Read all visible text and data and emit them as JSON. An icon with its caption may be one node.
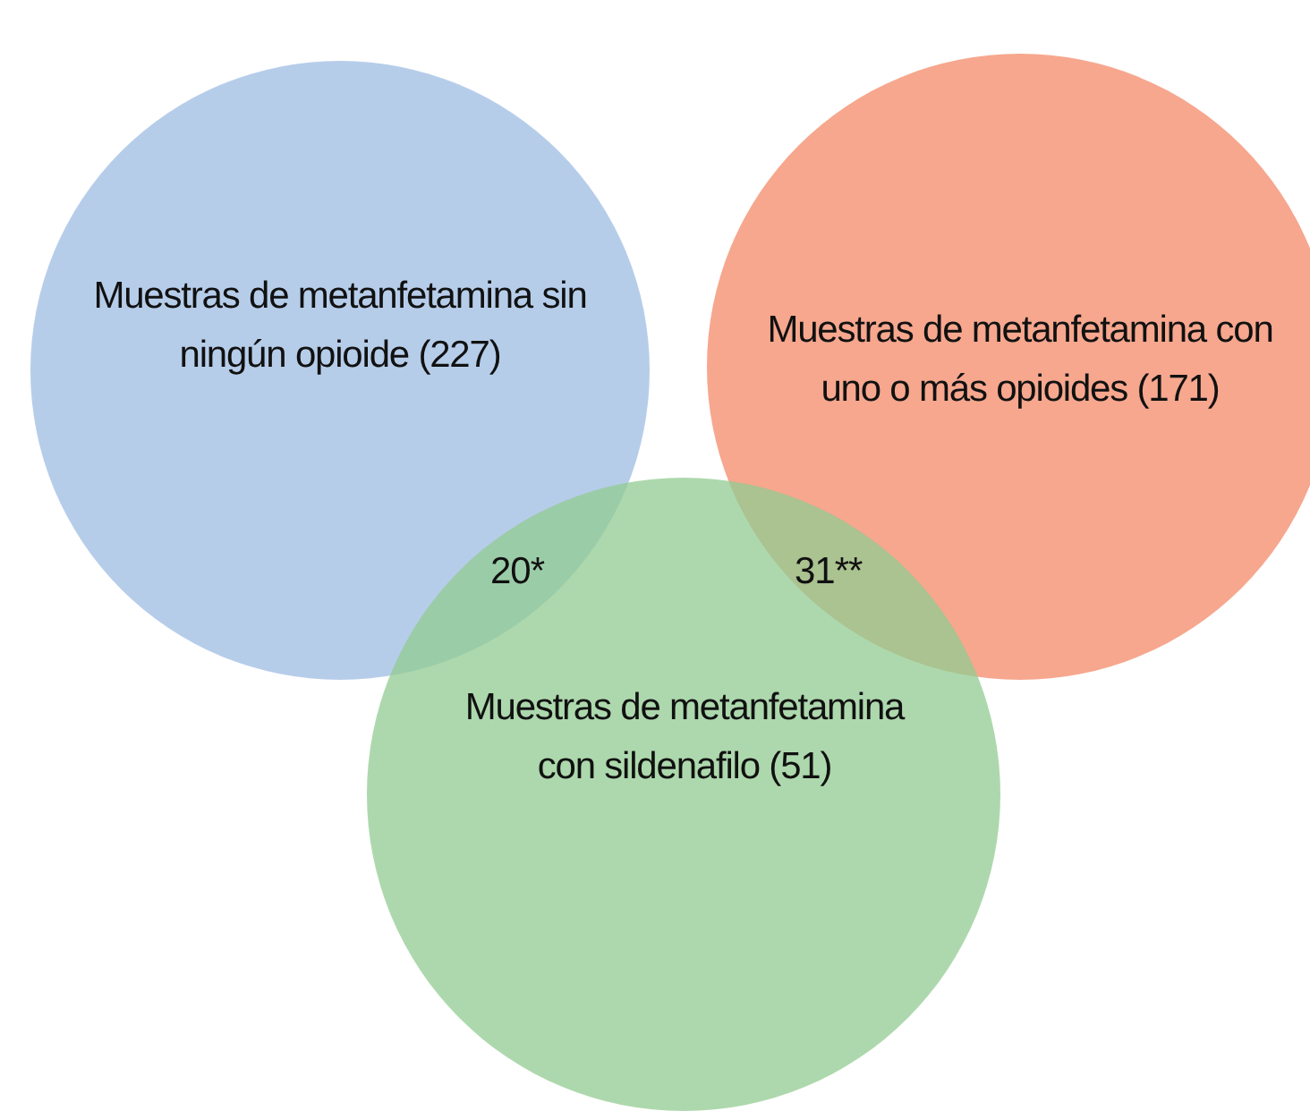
{
  "diagram": {
    "nodes": [
      {
        "text": [
          "Muestras de metanfetamina sin ningún opioide (227)"
        ]
      },
      {
        "text": [
          "Muestras de metanfetamina con uno o más opioides (171)"
        ]
      },
      {
        "text": [
          "Muestras de metanfetamina con sildenafilo (51)"
        ]
      }
    ],
    "labels": [
      "20*",
      "31**"
    ]
  }
}
